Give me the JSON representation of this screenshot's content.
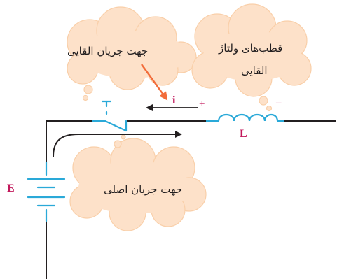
{
  "clouds": {
    "induced_current_direction": "جهت جریان القایی",
    "induced_voltage_polarity_line1": "قطب‌های ولتاژ",
    "induced_voltage_polarity_line2": "القایی",
    "main_current_direction": "جهت جریان اصلی"
  },
  "symbols": {
    "battery": "E",
    "inductor": "L",
    "induced_current": "i",
    "plus": "+",
    "minus": "–"
  },
  "colors": {
    "cloud_fill": "#fde1c9",
    "cloud_stroke": "#f9cfa9",
    "wire": "#231f20",
    "component_blue": "#2aa9d8",
    "pointer_orange": "#f26c3a",
    "label_magenta": "#c2185b"
  }
}
